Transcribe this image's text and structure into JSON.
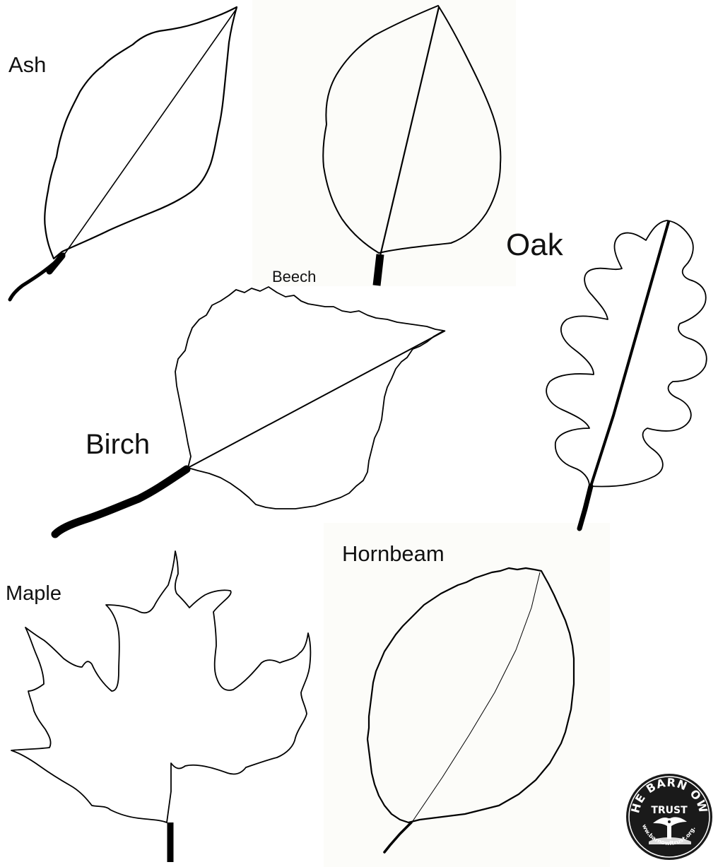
{
  "labels": {
    "ash": "Ash",
    "beech": "Beech",
    "oak": "Oak",
    "birch": "Birch",
    "maple": "Maple",
    "hornbeam": "Hornbeam"
  },
  "logo": {
    "name": "The Barn Owl Trust",
    "top_text": "THE BARN OWL",
    "middle_text": "TRUST",
    "url_text": "www.barnowltrust.org.uk",
    "colors": {
      "ring": "#1a1a1a",
      "text": "#ffffff"
    }
  },
  "colors": {
    "line": "#000000",
    "background": "#ffffff"
  }
}
